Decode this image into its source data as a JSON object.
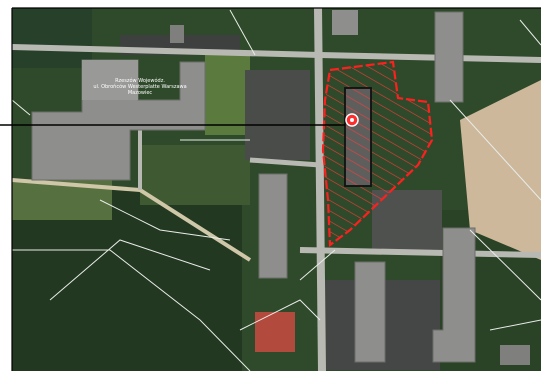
{
  "map": {
    "label_lines": [
      "Rzeszów Wojewódz.",
      "ul. Obrońców Westerplatte Warszawa",
      "Mazowiec"
    ],
    "marker": {
      "name": "location-pin"
    },
    "colors": {
      "forest": "#2f4a2a",
      "forest_dark": "#223820",
      "grass": "#5b7a3e",
      "field": "#cdb89b",
      "building": "#8e8f8c",
      "roof_dark": "#5e5f5d",
      "road": "#b9b9b3",
      "paths": "#e9ece9",
      "boundary": "#ff1f1f",
      "frame": "#000000"
    }
  }
}
